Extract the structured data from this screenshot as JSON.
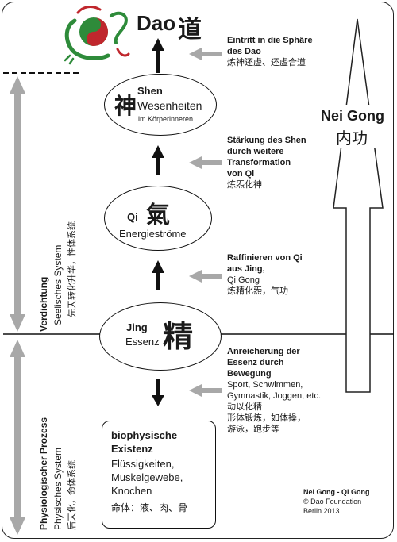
{
  "title": {
    "dao": "Dao",
    "dao_char": "道"
  },
  "left": {
    "verdichtung": "Verdichtung",
    "seelisches": "Seelisches System",
    "seelisches_cn": "先天转化升华，性体系统",
    "physiologisch": "Physiologischer Prozess",
    "physisches": "Physisches System",
    "physisches_cn": "后天化，命体系统"
  },
  "shen": {
    "name": "Shen",
    "char": "神",
    "line1": "Wesenheiten",
    "line2": "im Körperinneren"
  },
  "qi": {
    "name": "Qi",
    "char": "氣",
    "line1": "Energieströme"
  },
  "jing": {
    "name": "Jing",
    "char": "精",
    "line1": "Essenz"
  },
  "bio": {
    "title1": "biophysische",
    "title2": "Existenz",
    "l1": "Flüssigkeiten,",
    "l2": "Muskelgewebe,",
    "l3": "Knochen",
    "cn": "命体：液、肉、骨"
  },
  "notes": {
    "n1": {
      "l1": "Eintritt in die Sphäre",
      "l2": "des Dao",
      "cn": "炼神还虚、还虚合道"
    },
    "n2": {
      "l1": "Stärkung des Shen",
      "l2": "durch weitere",
      "l3": "Transformation",
      "l4": "von Qi",
      "cn": "炼炁化神"
    },
    "n3": {
      "l1": "Raffinieren von Qi",
      "l2": "aus Jing,",
      "l3": "Qi Gong",
      "cn": "炼精化炁，气功"
    },
    "n4": {
      "l1": "Anreicherung der",
      "l2": "Essenz durch",
      "l3": "Bewegung",
      "l4": "Sport, Schwimmen,",
      "l5": "Gymnastik, Joggen, etc.",
      "cn1": "动以化精",
      "cn2": "形体锻炼，如体操，",
      "cn3": "游泳，跑步等"
    }
  },
  "neigong": {
    "label": "Nei Gong",
    "cn": "内功"
  },
  "footer": {
    "l1": "Nei Gong - Qi Gong",
    "l2": "© Dao Foundation",
    "l3": "Berlin 2013"
  },
  "colors": {
    "gray_arrow": "#a8a8a8",
    "black": "#111111",
    "logo_green": "#2e8b3a",
    "logo_red": "#c0272d"
  }
}
